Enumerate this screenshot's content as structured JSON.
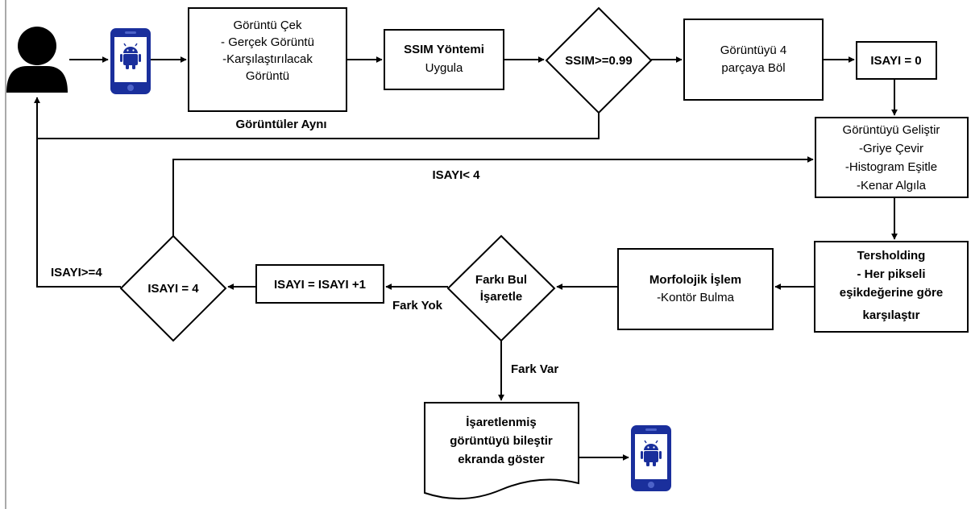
{
  "nodes": {
    "capture": [
      "Görüntü Çek",
      "- Gerçek Görüntü",
      "-Karşılaştırılacak",
      "Görüntü"
    ],
    "ssim_method": [
      "SSIM Yöntemi",
      "Uygula"
    ],
    "ssim_check": "SSIM>=0.99",
    "split": [
      "Görüntüyü 4",
      "parçaya Böl"
    ],
    "counter_init": "ISAYI = 0",
    "enhance": [
      "Görüntüyü Geliştir",
      "-Griye Çevir",
      "-Histogram Eşitle",
      "-Kenar Algıla"
    ],
    "threshold": [
      "Tersholding",
      "- Her pikseli",
      "eşikdeğerine göre",
      "karşılaştır"
    ],
    "morph": [
      "Morfolojik İşlem",
      "-Kontör Bulma"
    ],
    "diff_check": [
      "Farkı Bul",
      "İşaretle"
    ],
    "increment": "ISAYI = ISAYI +1",
    "count_check": "ISAYI = 4",
    "output_doc": [
      "İşaretlenmiş",
      "görüntüyü bileştir",
      "ekranda göster"
    ]
  },
  "edge_labels": {
    "same_images": "Görüntüler Aynı",
    "count_lt_4": "ISAYI< 4",
    "count_ge_4": "ISAYI>=4",
    "no_diff": "Fark Yok",
    "has_diff": "Fark Var"
  },
  "icons": {
    "user": "user-icon",
    "phone": "android-phone-icon"
  },
  "colors": {
    "phone": "#1a2f9c",
    "stroke": "#000000"
  }
}
